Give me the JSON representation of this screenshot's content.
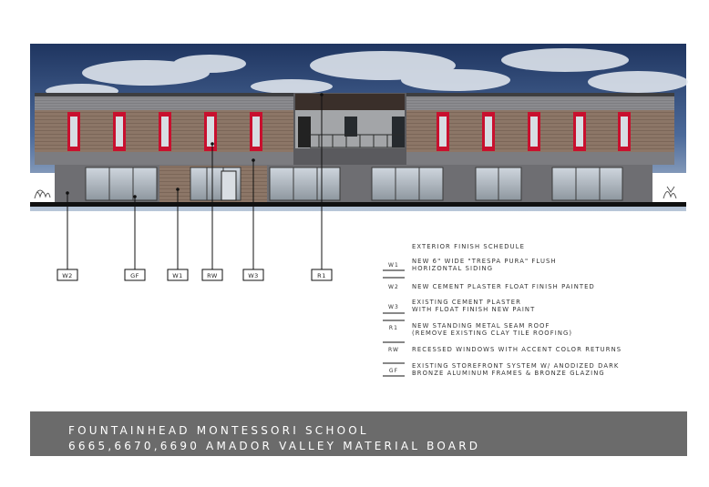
{
  "callouts": [
    {
      "tag": "W2"
    },
    {
      "tag": "GF"
    },
    {
      "tag": "W1"
    },
    {
      "tag": "RW"
    },
    {
      "tag": "W3"
    },
    {
      "tag": "R1"
    }
  ],
  "schedule": {
    "title": "EXTERIOR FINISH SCHEDULE",
    "items": [
      {
        "code": "W1",
        "lines": [
          "NEW 6\" WIDE \"TRESPA PURA\" FLUSH",
          "HORIZONTAL SIDING"
        ]
      },
      {
        "code": "W2",
        "lines": [
          "NEW CEMENT PLASTER FLOAT FINISH PAINTED"
        ]
      },
      {
        "code": "W3",
        "lines": [
          "EXISTING CEMENT PLASTER",
          "WITH FLOAT FINISH NEW PAINT"
        ]
      },
      {
        "code": "R1",
        "lines": [
          "NEW STANDING METAL SEAM ROOF",
          "(REMOVE EXISTING CLAY TILE ROOFING)"
        ]
      },
      {
        "code": "RW",
        "lines": [
          "RECESSED WINDOWS WITH ACCENT COLOR RETURNS"
        ]
      },
      {
        "code": "GF",
        "lines": [
          "EXISTING STOREFRONT SYSTEM W/ ANODIZED DARK",
          "BRONZE ALUMINUM FRAMES & BRONZE GLAZING"
        ]
      }
    ]
  },
  "title_block": {
    "line1": "FOUNTAINHEAD MONTESSORI SCHOOL",
    "line2": "6665,6670,6690 AMADOR VALLEY MATERIAL BOARD"
  },
  "colors": {
    "accent_red": "#c8102e",
    "siding": "#8a7565",
    "stucco": "#6f6f72",
    "title_bg": "#6b6b6b"
  }
}
